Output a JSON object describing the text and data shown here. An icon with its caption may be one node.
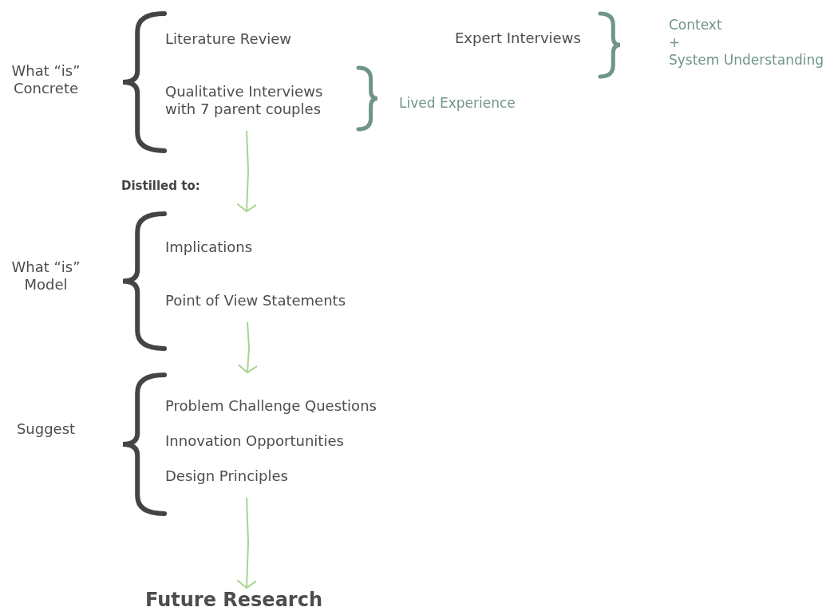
{
  "diagram": {
    "nodes": [
      {
        "text": [
          "What “is” Concrete"
        ]
      },
      {
        "text": [
          "Literature Review"
        ],
        "in": 0
      },
      {
        "text": [
          "Qualitative Interviews with 7 parent couples"
        ],
        "in": 0
      },
      {
        "text": [
          "Expert Interviews"
        ]
      },
      {
        "text": [
          "Lived Experience"
        ]
      },
      {
        "text": [
          "Context",
          "+",
          "System Understanding"
        ]
      },
      {
        "text": [
          "What “is” Model"
        ]
      },
      {
        "text": [
          "Implications"
        ],
        "in": 6
      },
      {
        "text": [
          "Point of View Statements"
        ],
        "in": 6
      },
      {
        "text": [
          "Suggest"
        ]
      },
      {
        "text": [
          "Problem Challenge Questions"
        ],
        "in": 9
      },
      {
        "text": [
          "Innovation Opportunities"
        ],
        "in": 9
      },
      {
        "text": [
          "Design Principles"
        ],
        "in": 9
      },
      {
        "text": [
          "Future Research"
        ]
      }
    ],
    "edges": [
      {
        "from": 2,
        "to": 6,
        "arrow": "to",
        "label": "Distilled to:"
      },
      {
        "from": 8,
        "to": 9,
        "arrow": "to"
      },
      {
        "from": 12,
        "to": 13,
        "arrow": "to"
      }
    ]
  }
}
